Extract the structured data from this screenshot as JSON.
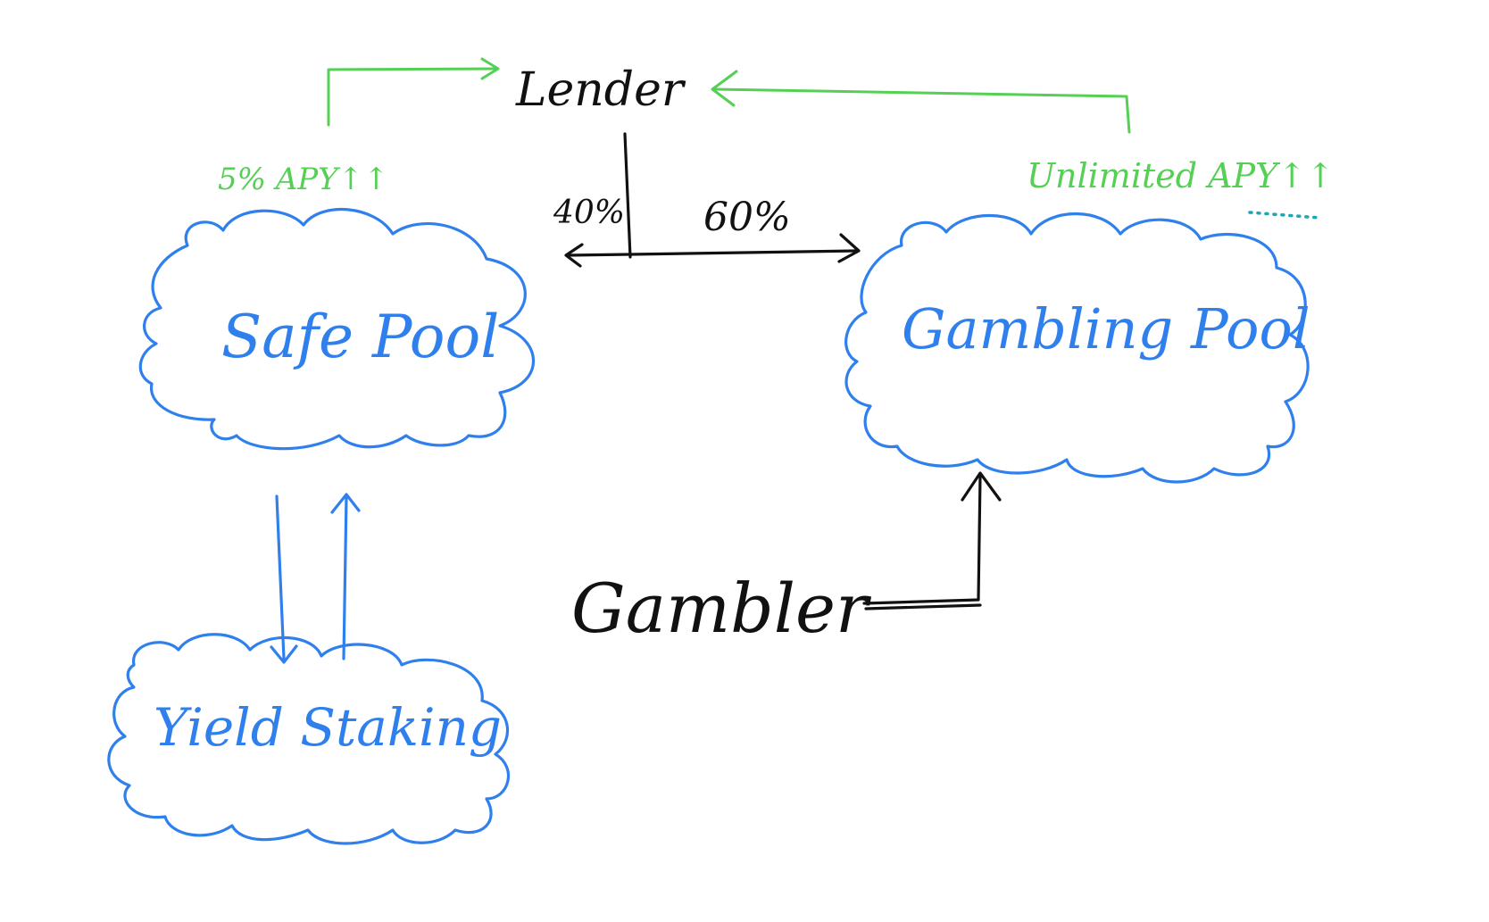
{
  "nodes": {
    "lender": {
      "label": "Lender"
    },
    "safe_pool": {
      "label": "Safe Pool"
    },
    "gambling_pool": {
      "label": "Gambling Pool"
    },
    "yield_staking": {
      "label": "Yield Staking"
    },
    "gambler": {
      "label": "Gambler"
    }
  },
  "edges": {
    "lender_split_left": {
      "label": "40%"
    },
    "lender_split_right": {
      "label": "60%"
    },
    "safe_to_lender": {
      "label": "5% APY↑↑"
    },
    "gambling_to_lender": {
      "label": "Unlimited APY↑↑"
    }
  },
  "colors": {
    "ink_black": "#111111",
    "ink_blue": "#2f80ed",
    "ink_green": "#55d055",
    "ink_teal": "#1aa7b8"
  }
}
